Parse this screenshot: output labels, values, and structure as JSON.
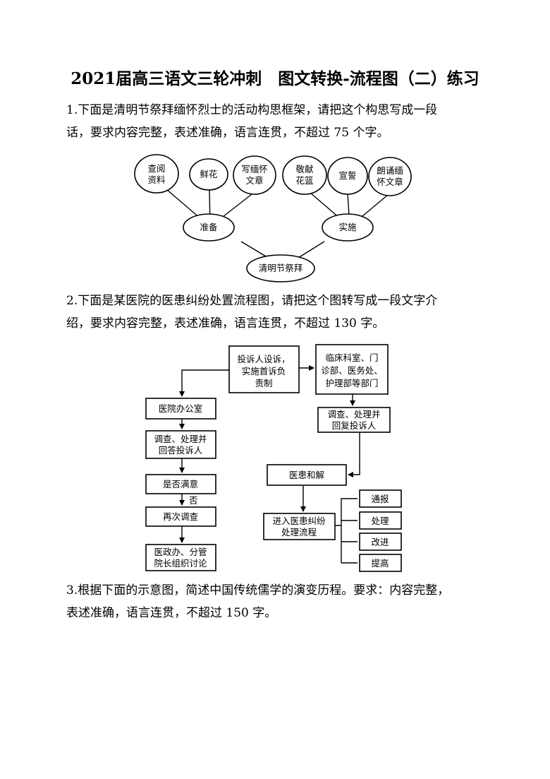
{
  "title": "2021届高三语文三轮冲刺　图文转换-流程图（二）练习",
  "questions": [
    {
      "line1": "1.下面是清明节祭拜缅怀烈士的活动构思框架，请把这个构思写成一段",
      "line2": "话，要求内容完整，表述准确，语言连贯，不超过 75 个字。"
    },
    {
      "line1": "2.下面是某医院的医患纠纷处置流程图，请把这个图转写成一段文字介",
      "line2": "绍，要求内容完整，表述准确，语言连贯，不超过 130 字。"
    },
    {
      "line1": "3.根据下面的示意图，简述中国传统儒学的演变历程。要求：内容完整，",
      "line2": "表述准确，语言连贯，不超过 150 字。"
    }
  ],
  "diagram1": {
    "root": "清明节祭拜",
    "prepare": "准备",
    "implement": "实施",
    "prepare_items": [
      [
        "查阅",
        "资料"
      ],
      [
        "鲜花"
      ],
      [
        "写缅怀",
        "文章"
      ]
    ],
    "implement_items": [
      [
        "敬献",
        "花篮"
      ],
      [
        "宣誓"
      ],
      [
        "朗诵缅",
        "怀文章"
      ]
    ]
  },
  "diagram2": {
    "start": [
      "投诉人设诉，",
      "实施首诉负",
      "责制"
    ],
    "depts": [
      "临床科室、门",
      "诊部、医务处、",
      "护理部等部门"
    ],
    "investigate_reply": [
      "调查、处理并",
      "回复投诉人"
    ],
    "office": "医院办公室",
    "investigate_answer": [
      "调查、处理并",
      "回答投诉人"
    ],
    "satisfied": "是否满意",
    "no_label": "否",
    "reinvestigate": "再次调查",
    "discuss": [
      "医政办、分管",
      "院长组织讨论"
    ],
    "reconcile": "医患和解",
    "process": [
      "进入医患纠纷",
      "处理流程"
    ],
    "outcomes": [
      "通报",
      "处理",
      "改进",
      "提高"
    ]
  }
}
